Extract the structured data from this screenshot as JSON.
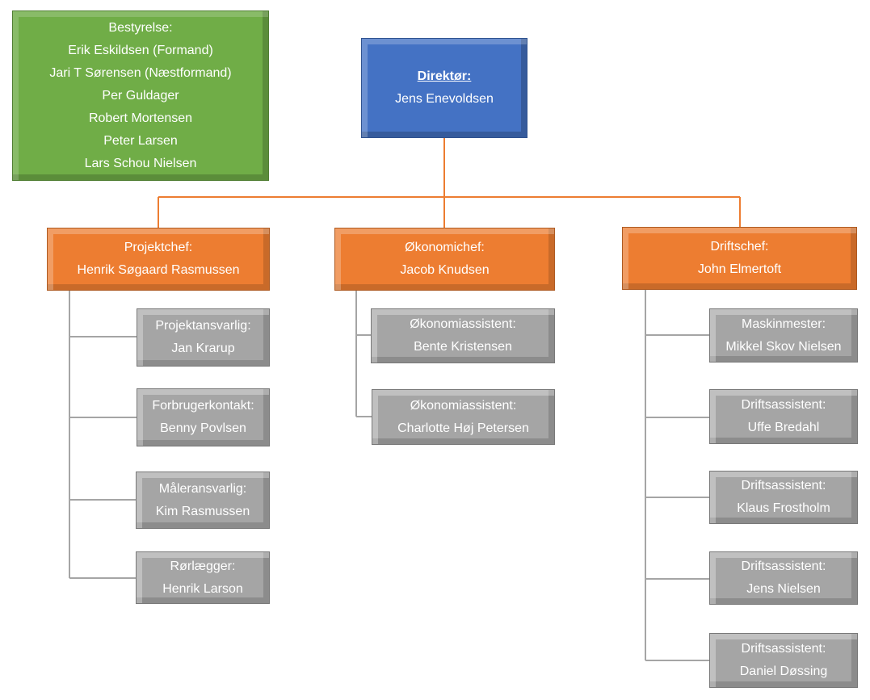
{
  "board": {
    "title": "Bestyrelse:",
    "members": [
      "Erik Eskildsen (Formand)",
      "Jari T Sørensen (Næstformand)",
      "Per Guldager",
      "Robert Mortensen",
      "Peter Larsen",
      "Lars Schou Nielsen"
    ]
  },
  "director": {
    "role": "Direktør:",
    "name": "Jens Enevoldsen"
  },
  "departments": [
    {
      "role": "Projektchef:",
      "name": "Henrik Søgaard Rasmussen",
      "staff": [
        {
          "role": "Projektansvarlig:",
          "name": "Jan Krarup"
        },
        {
          "role": "Forbrugerkontakt:",
          "name": "Benny Povlsen"
        },
        {
          "role": "Måleransvarlig:",
          "name": "Kim Rasmussen"
        },
        {
          "role": "Rørlægger:",
          "name": "Henrik Larson"
        }
      ]
    },
    {
      "role": "Økonomichef:",
      "name": "Jacob Knudsen",
      "staff": [
        {
          "role": "Økonomiassistent:",
          "name": "Bente Kristensen"
        },
        {
          "role": "Økonomiassistent:",
          "name": "Charlotte Høj Petersen"
        }
      ]
    },
    {
      "role": "Driftschef:",
      "name": "John Elmertoft",
      "staff": [
        {
          "role": "Maskinmester:",
          "name": "Mikkel Skov Nielsen"
        },
        {
          "role": "Driftsassistent:",
          "name": "Uffe Bredahl"
        },
        {
          "role": "Driftsassistent:",
          "name": "Klaus Frostholm"
        },
        {
          "role": "Driftsassistent:",
          "name": "Jens Nielsen"
        },
        {
          "role": "Driftsassistent:",
          "name": "Daniel Døssing"
        }
      ]
    }
  ],
  "colors": {
    "board": "#70ad47",
    "director": "#4472c4",
    "department": "#ed7d31",
    "staff": "#a5a5a5",
    "connector_orange": "#ed7d31",
    "connector_gray": "#a5a5a5"
  }
}
